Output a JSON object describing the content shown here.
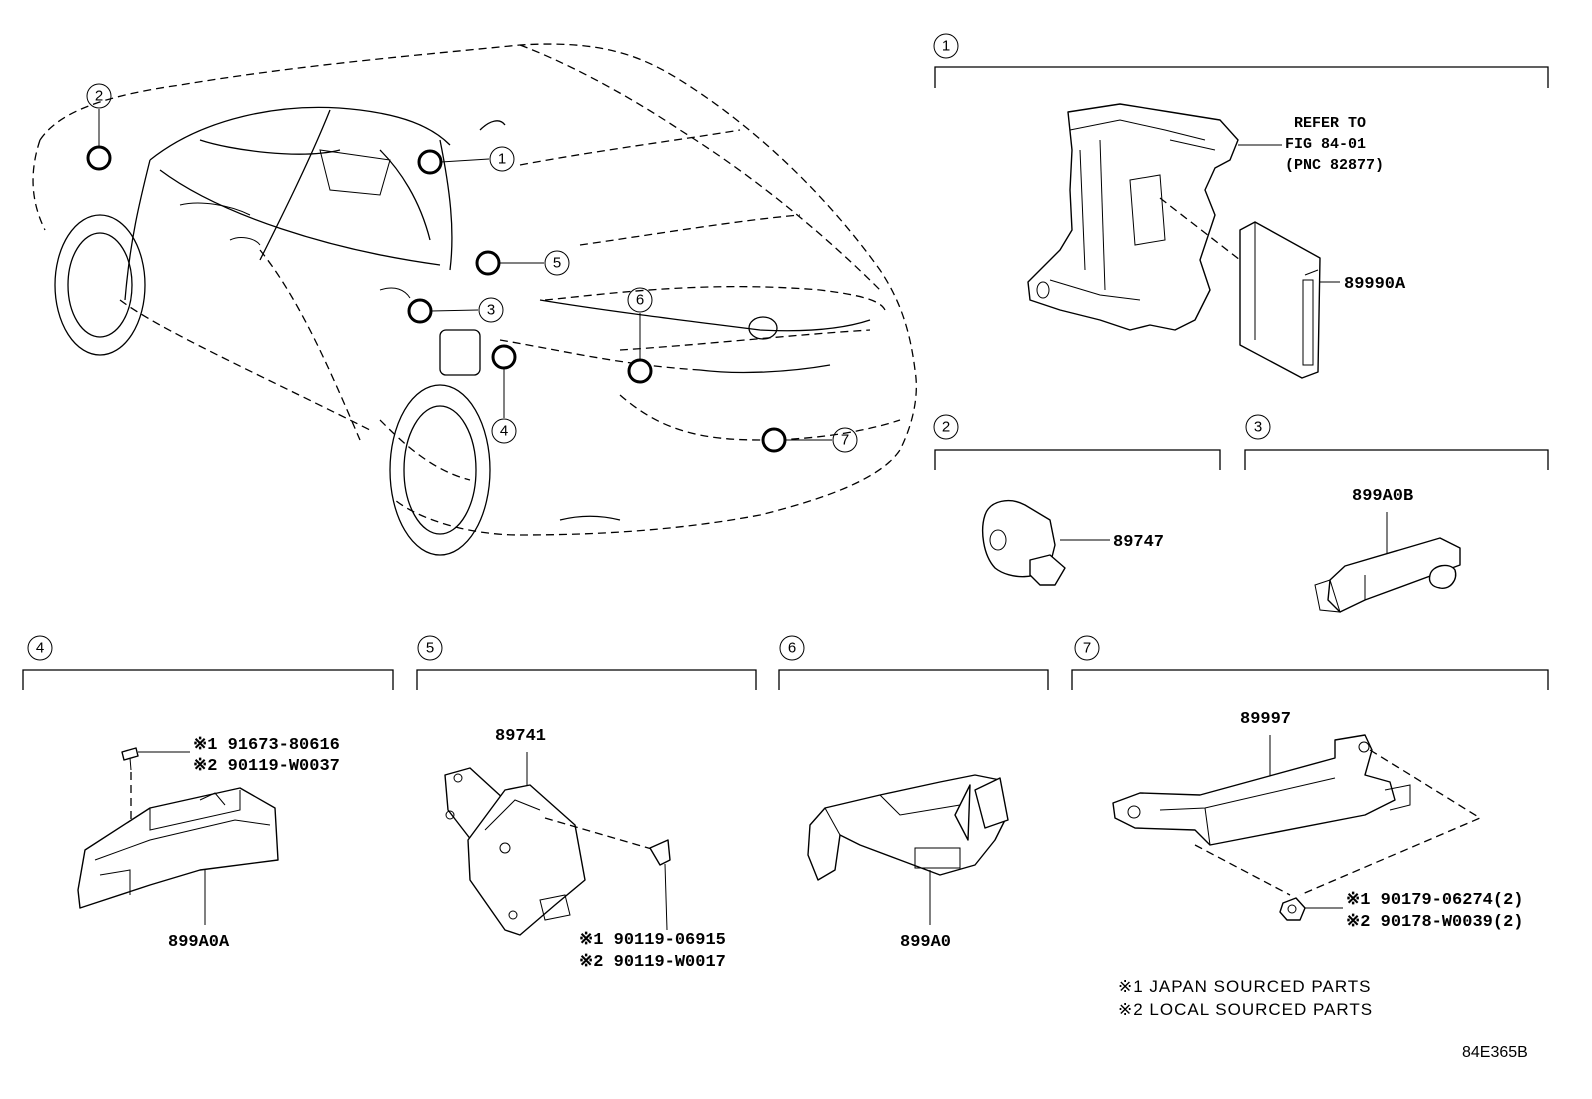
{
  "callout_numbers": [
    "1",
    "2",
    "3",
    "4",
    "5",
    "6",
    "7"
  ],
  "section1": {
    "refer": [
      "REFER TO",
      "FIG 84-01",
      "(PNC 82877)"
    ],
    "part": "89990A"
  },
  "section2": {
    "part": "89747"
  },
  "section3": {
    "part": "899A0B"
  },
  "section4": {
    "part": "899A0A",
    "bolt1": "※1 91673-80616",
    "bolt2": "※2 90119-W0037"
  },
  "section5": {
    "part": "89741",
    "bolt1": "※1 90119-06915",
    "bolt2": "※2 90119-W0017"
  },
  "section6": {
    "part": "899A0"
  },
  "section7": {
    "part": "89997",
    "nut1": "※1 90179-06274(2)",
    "nut2": "※2 90178-W0039(2)"
  },
  "legend": {
    "line1": "※1 JAPAN SOURCED PARTS",
    "line2": "※2 LOCAL SOURCED PARTS"
  },
  "figure_code": "84E365B"
}
